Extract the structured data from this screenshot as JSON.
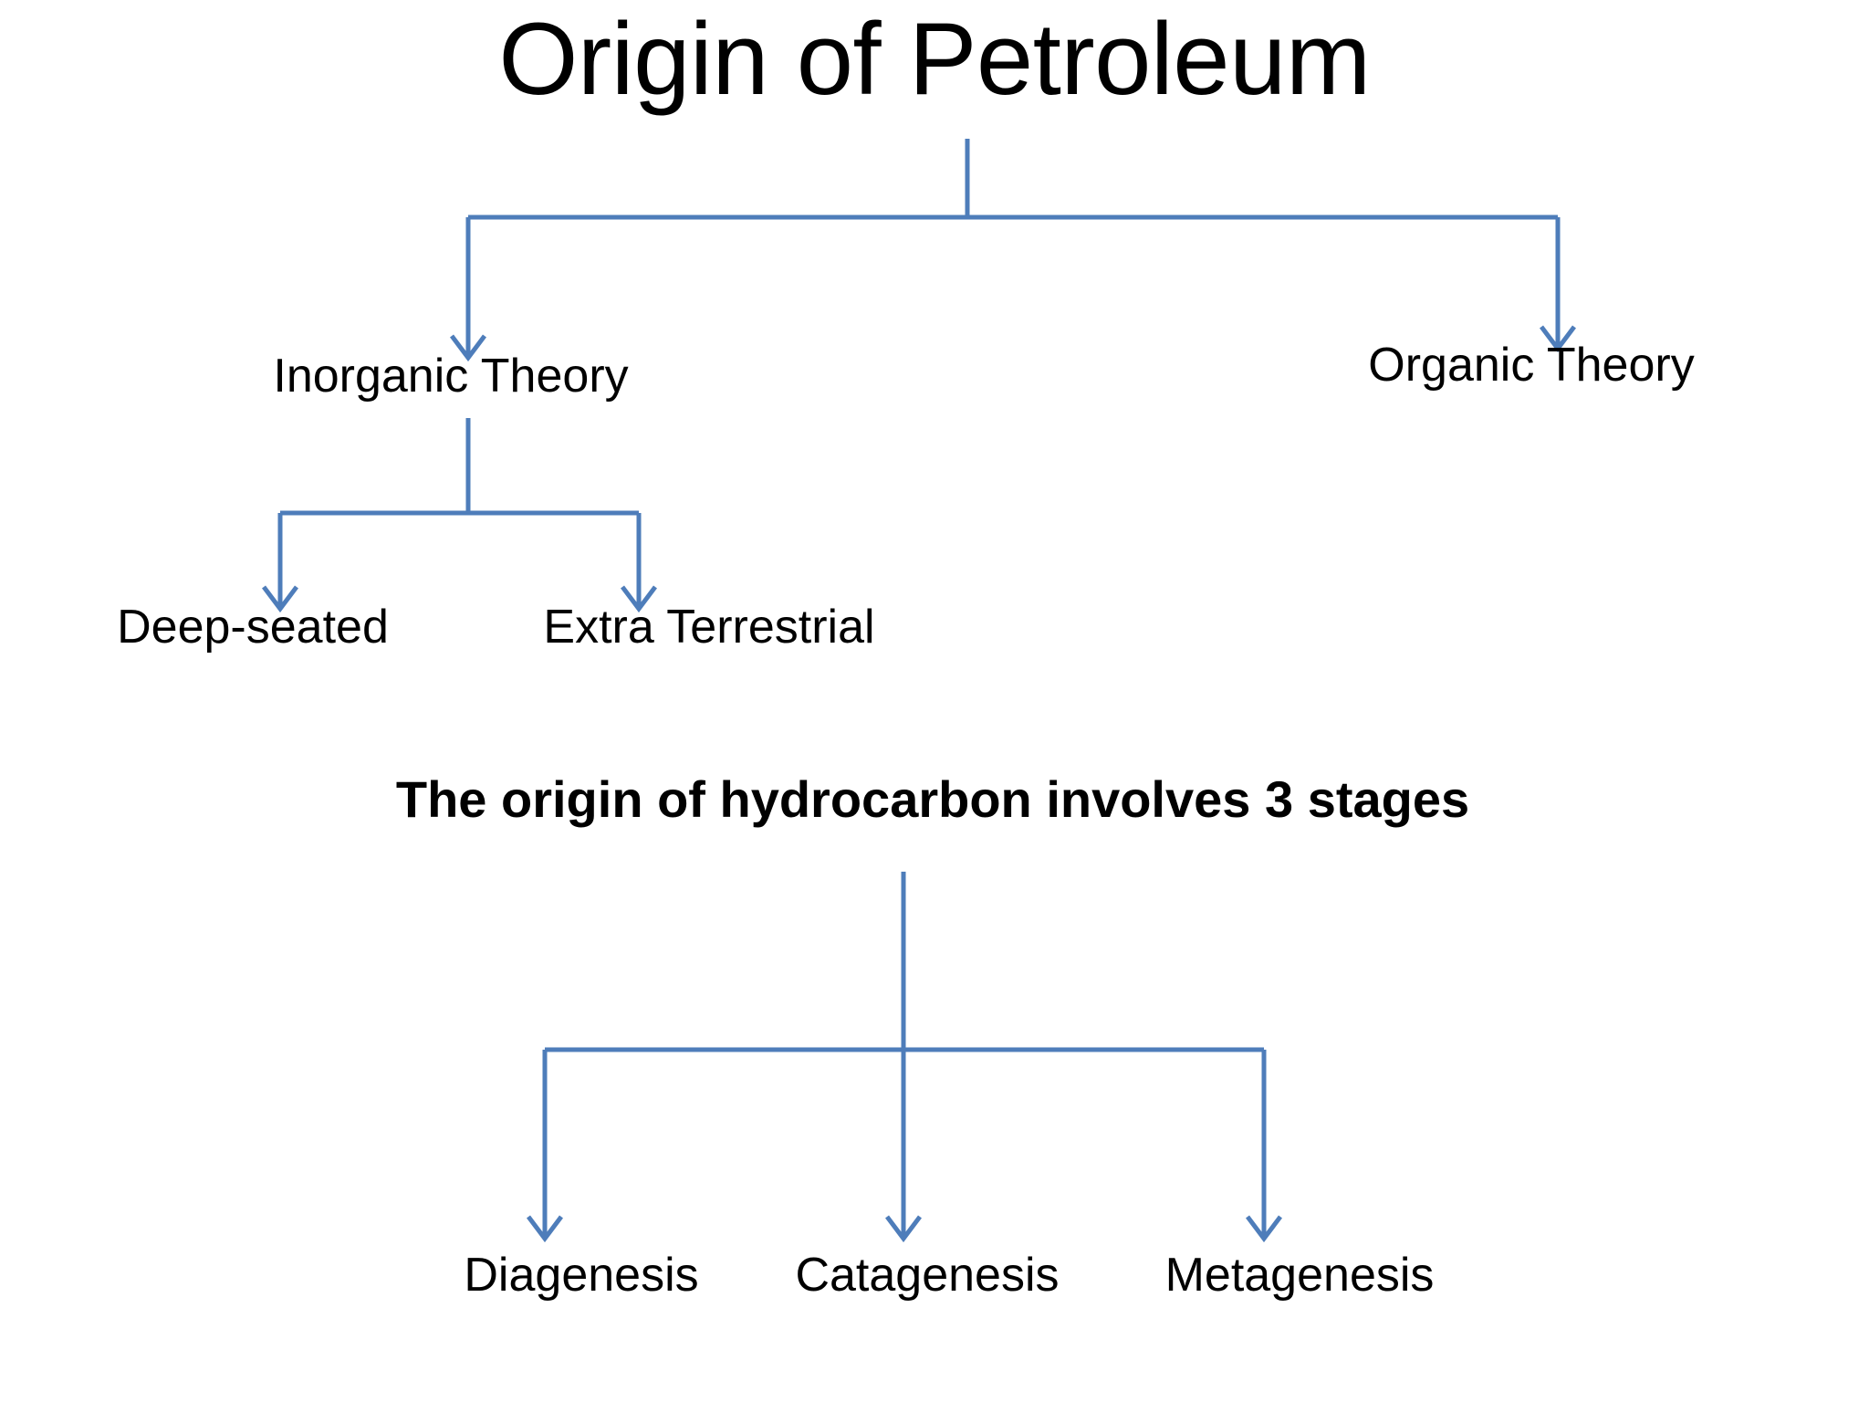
{
  "slide": {
    "title": "Origin of Petroleum",
    "background_color": "#FFFFFF",
    "text_color": "#000000",
    "connector_color": "#4E7DBA"
  },
  "tree": {
    "root_label": "Origin of Petroleum",
    "level1": [
      {
        "label": "Inorganic Theory"
      },
      {
        "label": "Organic Theory"
      }
    ],
    "level2": [
      {
        "label": "Deep-seated"
      },
      {
        "label": "Extra Terrestrial"
      }
    ]
  },
  "stages_section": {
    "heading": "The origin of hydrocarbon involves 3 stages",
    "stages": [
      {
        "label": "Diagenesis"
      },
      {
        "label": "Catagenesis"
      },
      {
        "label": "Metagenesis"
      }
    ]
  }
}
